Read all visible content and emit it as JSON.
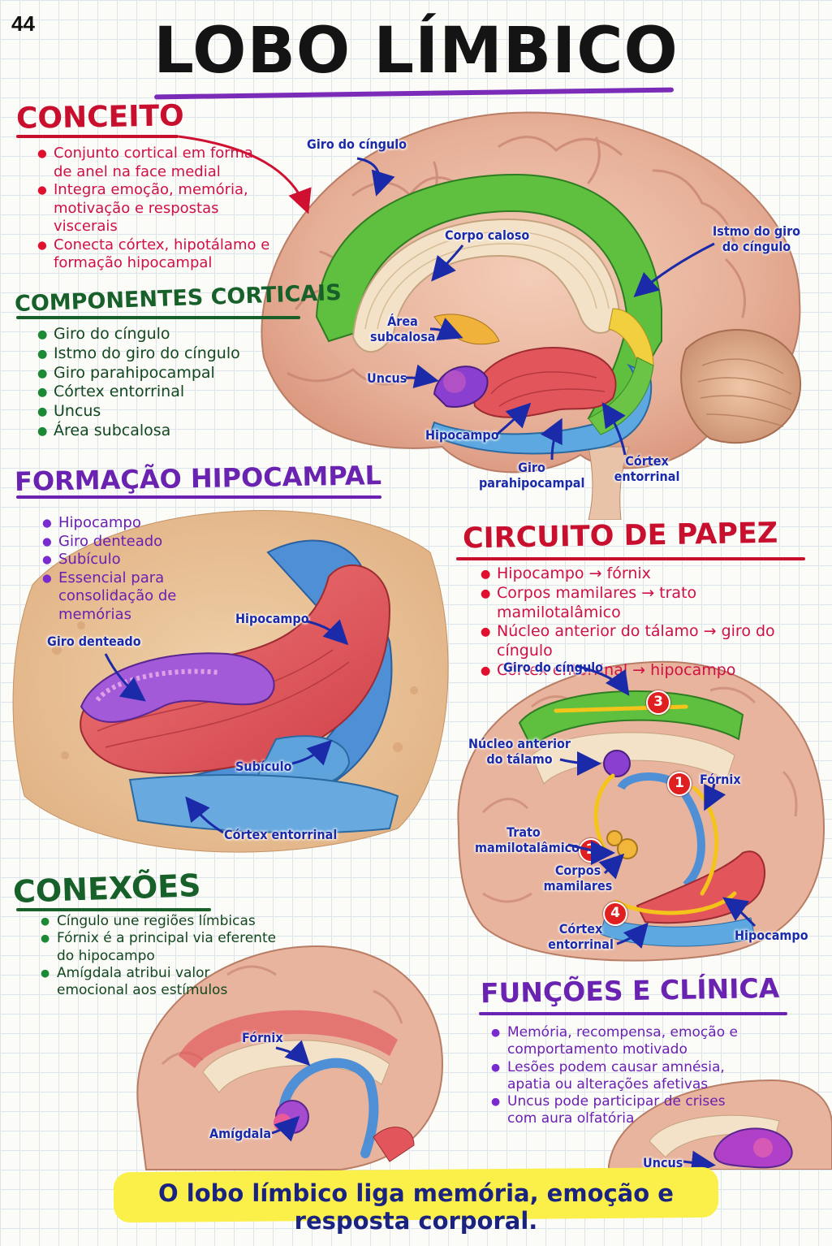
{
  "page_number": "44",
  "title": "LOBO LÍMBICO",
  "conceito": {
    "title": "CONCEITO",
    "items": [
      "Conjunto cortical em forma de anel na face medial",
      "Integra emoção, memória, motivação e respostas viscerais",
      "Conecta córtex, hipotálamo e formação hipocampal"
    ]
  },
  "componentes": {
    "title": "COMPONENTES CORTICAIS",
    "items": [
      "Giro do cíngulo",
      "Istmo do giro do cíngulo",
      "Giro parahipocampal",
      "Córtex entorrinal",
      "Uncus",
      "Área subcalosa"
    ]
  },
  "brain_main": {
    "labels": {
      "giro_cingulo": "Giro do cíngulo",
      "corpo_caloso": "Corpo caloso",
      "istmo": "Istmo do giro do cíngulo",
      "area_subcalosa": "Área subcalosa",
      "uncus": "Uncus",
      "hipocampo": "Hipocampo",
      "giro_parahipocampal": "Giro parahipocampal",
      "cortex_entorrinal": "Córtex entorrinal"
    }
  },
  "formacao": {
    "title": "FORMAÇÃO HIPOCAMPAL",
    "items": [
      "Hipocampo",
      "Giro denteado",
      "Subículo",
      "Essencial para consolidação de memórias"
    ],
    "labels": {
      "hipocampo": "Hipocampo",
      "giro_denteado": "Giro denteado",
      "subiculo": "Subículo",
      "cortex_entorrinal": "Córtex entorrinal"
    }
  },
  "papez": {
    "title": "CIRCUITO DE PAPEZ",
    "items": [
      "Hipocampo → fórnix",
      "Corpos mamilares → trato mamilotalâmico",
      "Núcleo anterior do tálamo → giro do cíngulo",
      "Córtex entorrinal → hipocampo"
    ],
    "labels": {
      "giro_cingulo": "Giro do cíngulo",
      "nucleo_anterior": "Núcleo anterior do tálamo",
      "fornix": "Fórnix",
      "trato": "Trato mamilotalâmico",
      "corpos_mamilares": "Corpos mamilares",
      "cortex_entorrinal": "Córtex entorrinal",
      "hipocampo": "Hipocampo"
    },
    "steps": [
      "1",
      "2",
      "3",
      "4"
    ]
  },
  "conexoes": {
    "title": "CONEXÕES",
    "items": [
      "Cíngulo une regiões límbicas",
      "Fórnix é a principal via eferente do hipocampo",
      "Amígdala atribui valor emocional aos estímulos"
    ],
    "labels": {
      "fornix": "Fórnix",
      "amigdala": "Amígdala"
    }
  },
  "funcoes": {
    "title": "FUNÇÕES E CLÍNICA",
    "items": [
      "Memória, recompensa, emoção e comportamento motivado",
      "Lesões podem causar amnésia, apatia ou alterações afetivas",
      "Uncus pode participar de crises com aura olfatória"
    ],
    "labels": {
      "uncus": "Uncus"
    }
  },
  "conclusion": "O lobo límbico liga memória, emoção e resposta corporal.",
  "colors": {
    "red": "#c8102e",
    "green": "#17602a",
    "purple": "#6a22b0",
    "cingulate": "#5fbf3f",
    "hippocampus": "#e2555a",
    "entorhinal": "#5da8e0",
    "brain": "#e9b9a2",
    "highlight": "#fbef4a",
    "label": "#1a2aa8"
  }
}
